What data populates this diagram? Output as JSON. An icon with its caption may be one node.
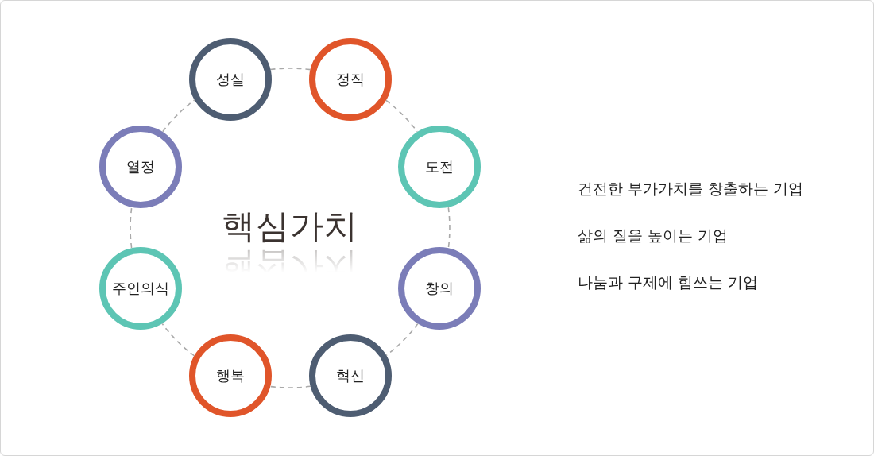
{
  "diagram": {
    "title": "핵심가치",
    "nodes": [
      {
        "text": [
          "성실"
        ]
      },
      {
        "text": [
          "정직"
        ]
      },
      {
        "text": [
          "도전"
        ]
      },
      {
        "text": [
          "창의"
        ]
      },
      {
        "text": [
          "혁신"
        ]
      },
      {
        "text": [
          "행복"
        ]
      },
      {
        "text": [
          "주인의식"
        ]
      },
      {
        "text": [
          "열정"
        ]
      }
    ],
    "edges": [
      {
        "from": 0,
        "to": 1,
        "arrow": "none",
        "style": "dashed"
      },
      {
        "from": 1,
        "to": 2,
        "arrow": "none",
        "style": "dashed"
      },
      {
        "from": 2,
        "to": 3,
        "arrow": "none",
        "style": "dashed"
      },
      {
        "from": 3,
        "to": 4,
        "arrow": "none",
        "style": "dashed"
      },
      {
        "from": 4,
        "to": 5,
        "arrow": "none",
        "style": "dashed"
      },
      {
        "from": 5,
        "to": 6,
        "arrow": "none",
        "style": "dashed"
      },
      {
        "from": 6,
        "to": 7,
        "arrow": "none",
        "style": "dashed"
      },
      {
        "from": 7,
        "to": 0,
        "arrow": "none",
        "style": "dashed"
      }
    ],
    "labels": [
      "건전한 부가가치를 창출하는 기업",
      "삶의 질을 높이는 기업",
      "나눔과 구제에 힘쓰는 기업"
    ]
  }
}
